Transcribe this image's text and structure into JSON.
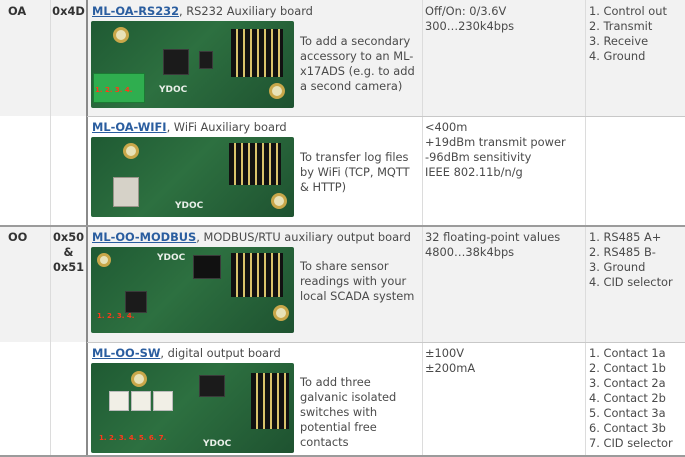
{
  "rows": [
    {
      "code": "OA",
      "address_lines": [
        "0x4D"
      ],
      "items": [
        {
          "name": "ML-OA-RS232",
          "title_rest": ", RS232 Auxiliary board",
          "description": "To add a secondary accessory to an ML-x17ADS (e.g. to add a second camera)",
          "specs": [
            "Off/On: 0/3.6V",
            "300…230k4bps"
          ],
          "pins": [
            "1. Control out",
            "2. Transmit",
            "3. Receive",
            "4. Ground"
          ],
          "board_brand": "YDOC",
          "board_marks": "1.  2.  3.  4."
        },
        {
          "name": "ML-OA-WIFI",
          "title_rest": ", WiFi Auxiliary board",
          "description": "To transfer log files by WiFi (TCP, MQTT & HTTP)",
          "specs": [
            "<400m",
            "+19dBm transmit power",
            "-96dBm sensitivity",
            "IEEE 802.11b/n/g"
          ],
          "pins": [],
          "board_brand": "YDOC",
          "board_marks": ""
        }
      ]
    },
    {
      "code": "OO",
      "address_lines": [
        "0x50",
        "&",
        "0x51"
      ],
      "items": [
        {
          "name": "ML-OO-MODBUS",
          "title_rest": ", MODBUS/RTU auxiliary output board",
          "description": "To share sensor readings with your local SCADA system",
          "specs": [
            "32 floating-point values",
            "4800…38k4bps"
          ],
          "pins": [
            "1. RS485 A+",
            "2. RS485 B-",
            "3. Ground",
            "4. CID selector"
          ],
          "board_brand": "YDOC",
          "board_marks": "1.  2.  3.       4."
        },
        {
          "name": "ML-OO-SW",
          "title_rest": ", digital output board",
          "description": "To add three galvanic isolated switches with potential free contacts",
          "specs": [
            "±100V",
            "±200mA"
          ],
          "pins": [
            "1. Contact 1a",
            "2. Contact 1b",
            "3. Contact 2a",
            "4. Contact 2b",
            "5. Contact 3a",
            "6. Contact 3b",
            "7. CID selector"
          ],
          "board_brand": "YDOC",
          "board_marks": "1.  2.  3.  4.  5.  6.     7."
        }
      ]
    }
  ],
  "colors": {
    "link": "#2a5d9f",
    "text": "#4a4a4a",
    "band": "#f2f2f2",
    "board_green": "#2d7040",
    "pin_mark_red": "#ff3a1a"
  }
}
